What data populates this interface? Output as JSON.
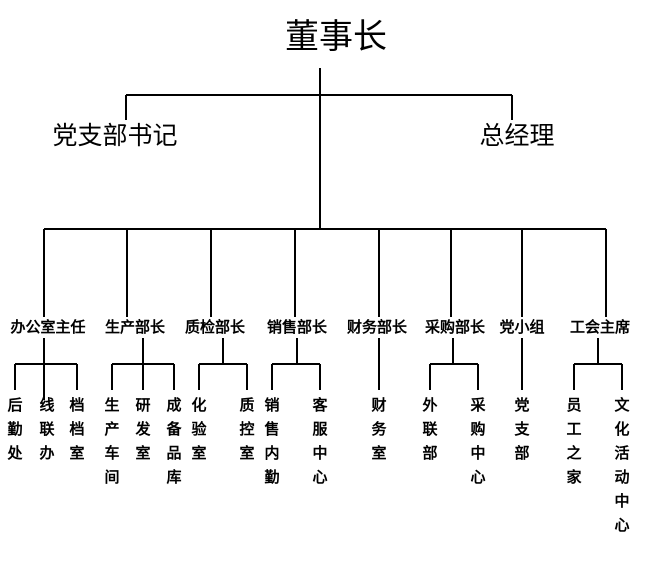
{
  "chairman": "董事长",
  "party_secretary": "党支部书记",
  "general_manager": "总经理",
  "departments": [
    {
      "name": "办公室主任",
      "units": [
        "后勤处",
        "线联办",
        "档档室"
      ]
    },
    {
      "name": "生产部长",
      "units": [
        "生产车间",
        "研发室",
        "成备品库"
      ]
    },
    {
      "name": "质检部长",
      "units": [
        "化验室",
        "质控室"
      ]
    },
    {
      "name": "销售部长",
      "units": [
        "销售内勤",
        "客服中心"
      ]
    },
    {
      "name": "财务部长",
      "units": [
        "财务室"
      ]
    },
    {
      "name": "采购部长",
      "units": [
        "外联部",
        "采购中心"
      ]
    },
    {
      "name": "党小组",
      "units": [
        "党支部"
      ]
    },
    {
      "name": "工会主席",
      "units": [
        "员工之家",
        "文化活动中心"
      ]
    }
  ]
}
